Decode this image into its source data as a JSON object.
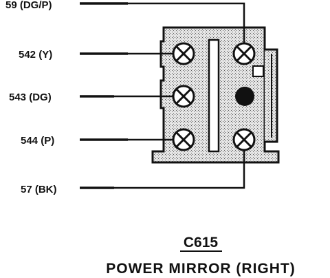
{
  "connector": {
    "id": "C615",
    "name": "POWER MIRROR (RIGHT)"
  },
  "wires": [
    {
      "circuit": "59",
      "color": "DG/P",
      "label": "59 (DG/P)"
    },
    {
      "circuit": "542",
      "color": "Y",
      "label": "542 (Y)"
    },
    {
      "circuit": "543",
      "color": "DG",
      "label": "543 (DG)"
    },
    {
      "circuit": "544",
      "color": "P",
      "label": "544 (P)"
    },
    {
      "circuit": "57",
      "color": "BK",
      "label": "57 (BK)"
    }
  ],
  "colors": {
    "ink": "#111111",
    "housing_fill": "#d9d9d9",
    "background": "#ffffff"
  }
}
